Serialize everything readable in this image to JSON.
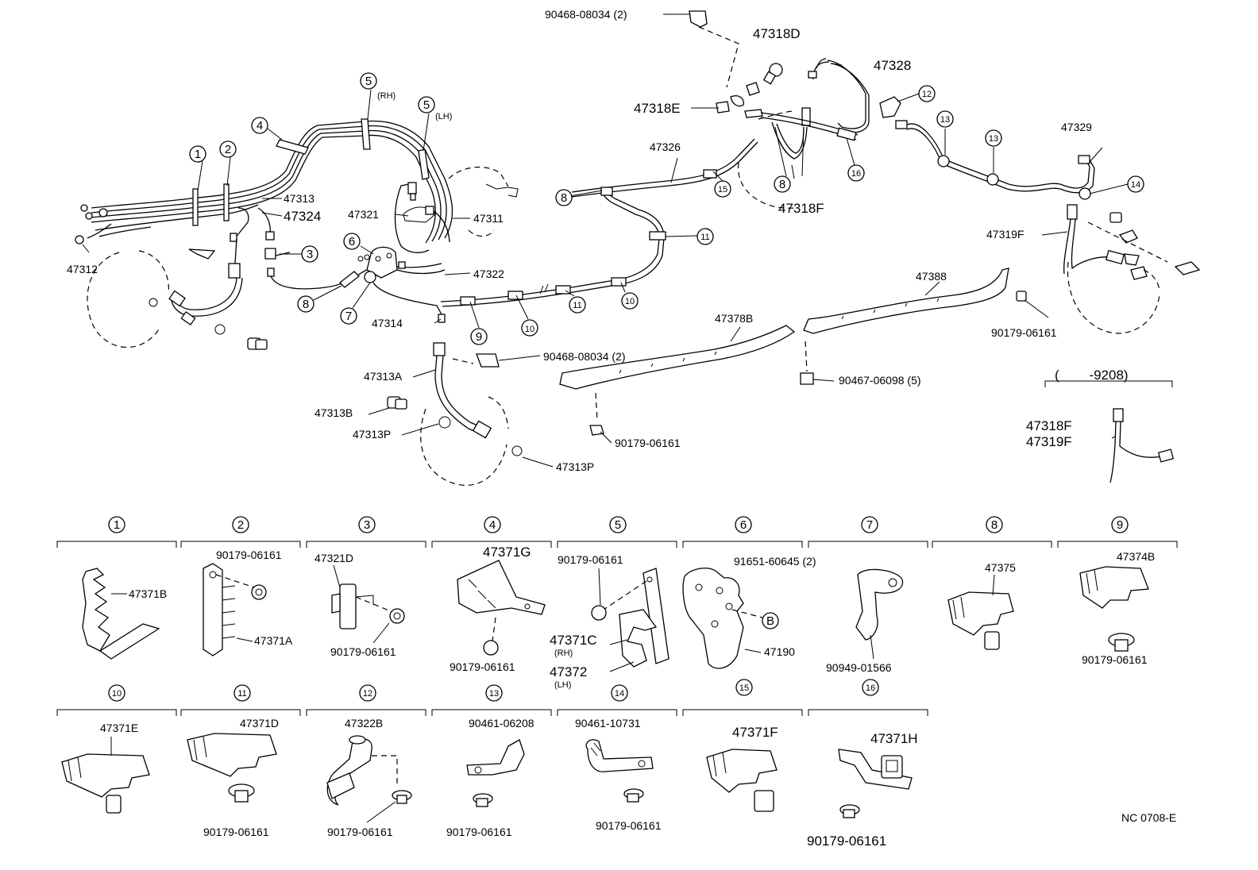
{
  "callouts": {
    "c_1": "1",
    "c_2": "2",
    "c_3": "3",
    "c_4": "4",
    "c_5": "5",
    "c_5b": "5",
    "c_6": "6",
    "c_7": "7",
    "c_8": "8",
    "c_8b": "8",
    "c_8c": "8",
    "c_9": "9",
    "c_10": "10",
    "c_10b": "10",
    "c_11": "11",
    "c_11b": "11",
    "c_12": "12",
    "c_13": "13",
    "c_13b": "13",
    "c_14": "14",
    "c_15": "15",
    "c_16": "16"
  },
  "labels": {
    "rh_top": "(RH)",
    "lh_top": "(LH)",
    "p_47313": "47313",
    "p_47324": "47324",
    "p_47312": "47312",
    "p_47321": "47321",
    "p_47311": "47311",
    "p_47322": "47322",
    "p_47314": "47314",
    "p_90468_top": "90468-08034 (2)",
    "p_47318D": "47318D",
    "p_47328": "47328",
    "p_47318E": "47318E",
    "p_47326": "47326",
    "p_47318F": "47318F",
    "p_47329": "47329",
    "p_47319F": "47319F",
    "p_90179_r": "90179-06161",
    "p_47388": "47388",
    "p_47378B": "47378B",
    "p_90467": "90467-06098 (5)",
    "p_90468_mid": "90468-08034 (2)",
    "p_47313A": "47313A",
    "p_47313B": "47313B",
    "p_47313P_a": "47313P",
    "p_47313P_b": "47313P",
    "p_90179_mid": "90179-06161",
    "range": "(        -9208)",
    "p_47318F_alt": "47318F",
    "p_47319F_alt": "47319F",
    "footer_code": "NC 0708-E"
  },
  "details": {
    "d1": {
      "num": "1",
      "a": "47371B"
    },
    "d2": {
      "num": "2",
      "a": "90179-06161",
      "b": "47371A"
    },
    "d3": {
      "num": "3",
      "a": "47321D",
      "b": "90179-06161"
    },
    "d4": {
      "num": "4",
      "a": "47371G",
      "b": "90179-06161"
    },
    "d5": {
      "num": "5",
      "a": "90179-06161",
      "b": "47371C",
      "b_sub": "(RH)",
      "c": "47372",
      "c_sub": "(LH)"
    },
    "d6": {
      "num": "6",
      "a": "91651-60645 (2)",
      "b": "47190",
      "b_ref": "B"
    },
    "d7": {
      "num": "7",
      "a": "90949-01566"
    },
    "d8": {
      "num": "8",
      "a": "47375"
    },
    "d9": {
      "num": "9",
      "a": "47374B",
      "b": "90179-06161"
    },
    "d10": {
      "num": "10",
      "a": "47371E"
    },
    "d11": {
      "num": "11",
      "a": "47371D",
      "b": "90179-06161"
    },
    "d12": {
      "num": "12",
      "a": "47322B",
      "b": "90179-06161"
    },
    "d13": {
      "num": "13",
      "a": "90461-06208",
      "b": "90179-06161"
    },
    "d14": {
      "num": "14",
      "a": "90461-10731",
      "b": "90179-06161"
    },
    "d15": {
      "num": "15",
      "a": "47371F"
    },
    "d16": {
      "num": "16",
      "a": "47371H",
      "b": "90179-06161"
    }
  },
  "brake_ref_B": "B"
}
